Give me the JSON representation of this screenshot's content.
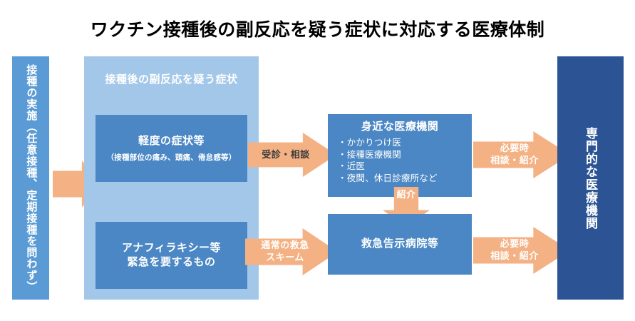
{
  "title": "ワクチン接種後の副反応を疑う症状に対応する医療体制",
  "left_column": {
    "label": "接種の実施（任意接種、定期接種を問わず）"
  },
  "right_column": {
    "label": "専門的な医療機関"
  },
  "symptom_panel": {
    "heading": "接種後の副反応を疑う症状",
    "mild": {
      "title": "軽度の症状等",
      "subtitle": "（接種部位の痛み、頭痛、倦怠感等）"
    },
    "severe": {
      "title": "アナフィラキシー等\n緊急を要するもの"
    }
  },
  "local_facility": {
    "title": "身近な医療機関",
    "bullets": [
      "・かかりつけ医",
      "・接種医療機関",
      "・近医",
      "・夜間、休日診療所など"
    ]
  },
  "emergency_hospital": {
    "title": "救急告示病院等"
  },
  "arrows": {
    "entry": "",
    "consult": "受診・相談",
    "refer": "紹介",
    "emergency_scheme": "通常の救急\nスキーム",
    "upper_referral": "必要時\n相談・紹介",
    "lower_referral": "必要時\n相談・紹介"
  },
  "colors": {
    "title_text": "#000000",
    "left_column_bg": "#5b9bd5",
    "right_column_bg": "#2c5494",
    "panel_bg": "#a3c7e8",
    "box_bg": "#4a87c4",
    "arrow_bg": "#f4b183",
    "white_text": "#ffffff"
  }
}
